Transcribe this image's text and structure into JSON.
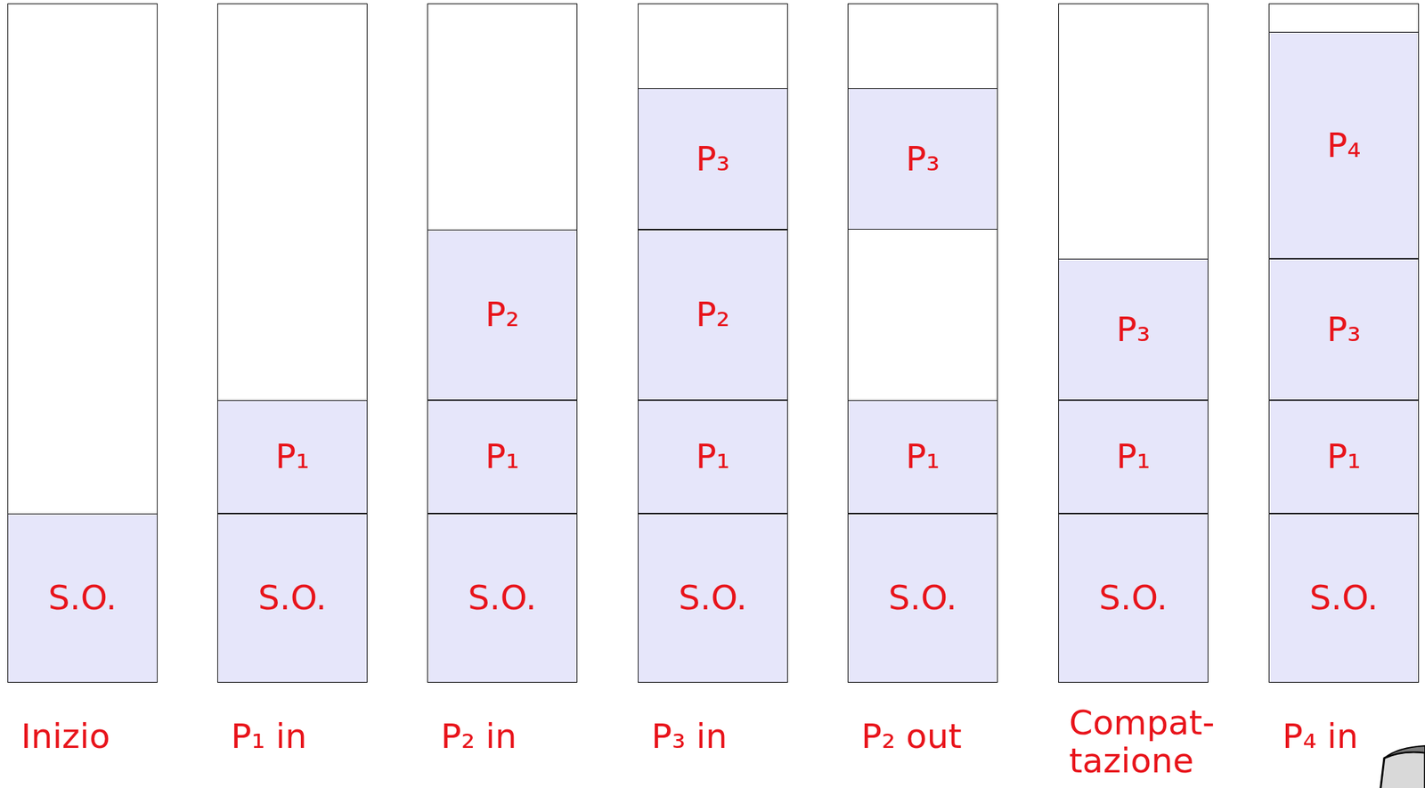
{
  "diagram": {
    "nodes": [
      {
        "text": [
          "S.O."
        ]
      },
      {
        "text": [
          "S.O."
        ]
      },
      {
        "text": [
          "P₁"
        ]
      },
      {
        "text": [
          "S.O."
        ]
      },
      {
        "text": [
          "P₁"
        ]
      },
      {
        "text": [
          "P₂"
        ]
      },
      {
        "text": [
          "S.O."
        ]
      },
      {
        "text": [
          "P₁"
        ]
      },
      {
        "text": [
          "P₂"
        ]
      },
      {
        "text": [
          "P₃"
        ]
      },
      {
        "text": [
          "S.O."
        ]
      },
      {
        "text": [
          "P₁"
        ]
      },
      {
        "text": [
          "P₃"
        ]
      },
      {
        "text": [
          "S.O."
        ]
      },
      {
        "text": [
          "P₁"
        ]
      },
      {
        "text": [
          "P₃"
        ]
      },
      {
        "text": [
          "S.O."
        ]
      },
      {
        "text": [
          "P₁"
        ]
      },
      {
        "text": [
          "P₃"
        ]
      },
      {
        "text": [
          "P₄"
        ]
      }
    ],
    "labels": [
      "Inizio",
      "P₁ in",
      "P₂ in",
      "P₃ in",
      "P₂ out",
      "Compat- tazione",
      "P₄ in"
    ]
  }
}
